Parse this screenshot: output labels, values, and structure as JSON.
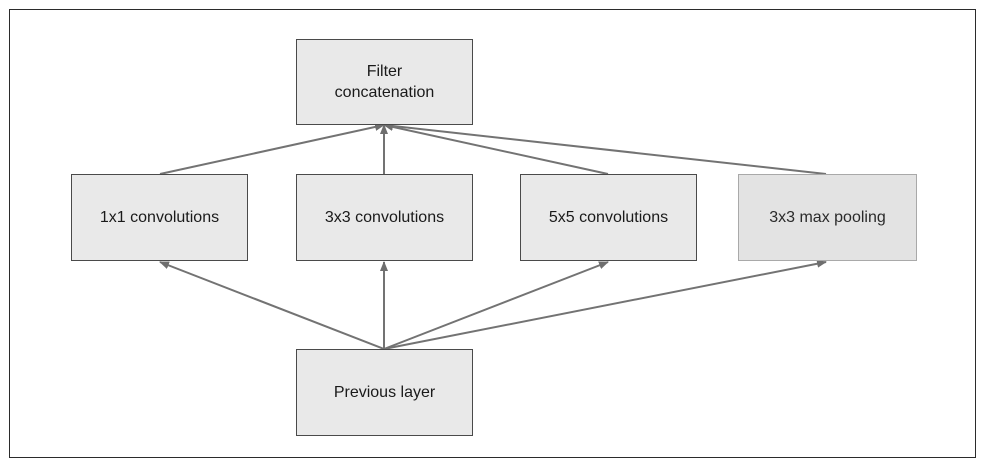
{
  "nodes": {
    "concat": "Filter\nconcatenation",
    "conv1": "1x1 convolutions",
    "conv3": "3x3 convolutions",
    "conv5": "5x5 convolutions",
    "pool": "3x3 max pooling",
    "prev": "Previous layer"
  },
  "edges": [
    {
      "from": "prev",
      "to": "conv1"
    },
    {
      "from": "prev",
      "to": "conv3"
    },
    {
      "from": "prev",
      "to": "conv5"
    },
    {
      "from": "prev",
      "to": "pool"
    },
    {
      "from": "conv1",
      "to": "concat"
    },
    {
      "from": "conv3",
      "to": "concat"
    },
    {
      "from": "conv5",
      "to": "concat"
    },
    {
      "from": "pool",
      "to": "concat"
    }
  ]
}
